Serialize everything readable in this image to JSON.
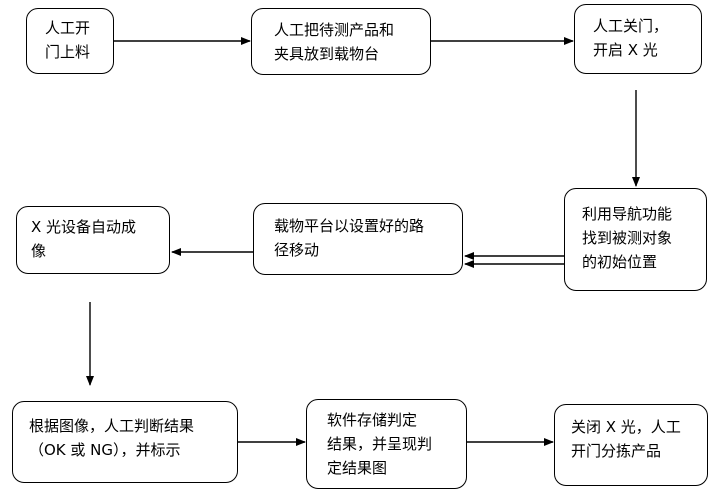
{
  "steps": [
    {
      "id": "s1",
      "lines": [
        "人工开",
        "门上料"
      ]
    },
    {
      "id": "s2",
      "lines": [
        "人工把待测产品和",
        "夹具放到载物台"
      ]
    },
    {
      "id": "s3",
      "lines": [
        "人工关门，",
        "开启 X 光"
      ]
    },
    {
      "id": "s4",
      "lines": [
        "利用导航功能",
        "找到被测对象",
        "的初始位置"
      ]
    },
    {
      "id": "s5",
      "lines": [
        "载物平台以设置好的路",
        "径移动"
      ]
    },
    {
      "id": "s6",
      "lines": [
        "X 光设备自动成",
        "像"
      ]
    },
    {
      "id": "s7",
      "lines": [
        "根据图像，人工判断结果",
        "（OK 或 NG），并标示"
      ]
    },
    {
      "id": "s8",
      "lines": [
        "软件存储判定",
        "结果，并呈现判",
        "定结果图"
      ]
    },
    {
      "id": "s9",
      "lines": [
        "关闭 X 光，人工",
        "开门分拣产品"
      ]
    }
  ],
  "connections": [
    {
      "from": "s1",
      "to": "s2"
    },
    {
      "from": "s2",
      "to": "s3"
    },
    {
      "from": "s3",
      "to": "s4"
    },
    {
      "from": "s4",
      "to": "s5"
    },
    {
      "from": "s5",
      "to": "s6"
    },
    {
      "from": "s6",
      "to": "s7"
    },
    {
      "from": "s7",
      "to": "s8"
    },
    {
      "from": "s8",
      "to": "s9"
    }
  ]
}
